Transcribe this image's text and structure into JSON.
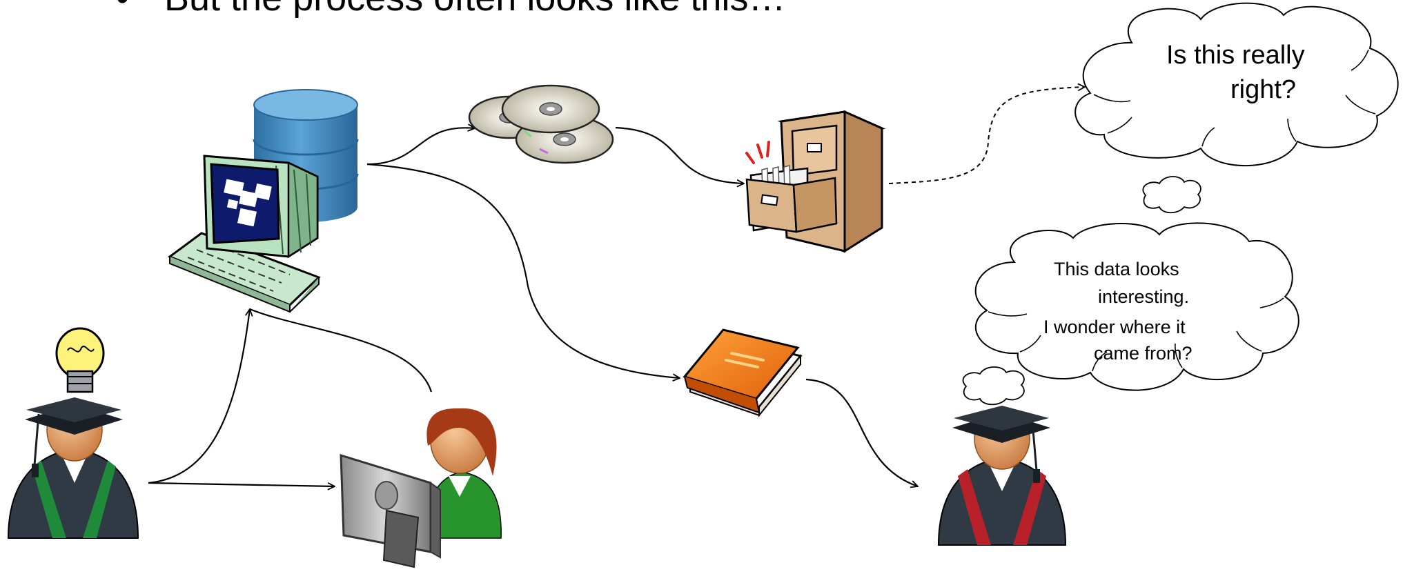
{
  "slide": {
    "bullet": "•",
    "heading": "But the process often looks like this…"
  },
  "thoughts": {
    "top": {
      "line1": "Is this really",
      "line2": "right?"
    },
    "lower": {
      "line1": "This data looks",
      "line2": "interesting.",
      "line3": "I wonder where it",
      "line4": "came from?"
    }
  },
  "figure_names": [
    "researcher-with-idea-icon",
    "technician-at-computer-icon",
    "database-icon",
    "desktop-computer-icon",
    "cd-discs-icon",
    "filing-cabinet-icon",
    "book-icon",
    "second-researcher-icon"
  ],
  "colors": {
    "green_gown": "#1e8a3a",
    "red_gown": "#b8202a",
    "database": "#3f88c0",
    "cabinet": "#d8b48a",
    "book": "#f07a12"
  }
}
